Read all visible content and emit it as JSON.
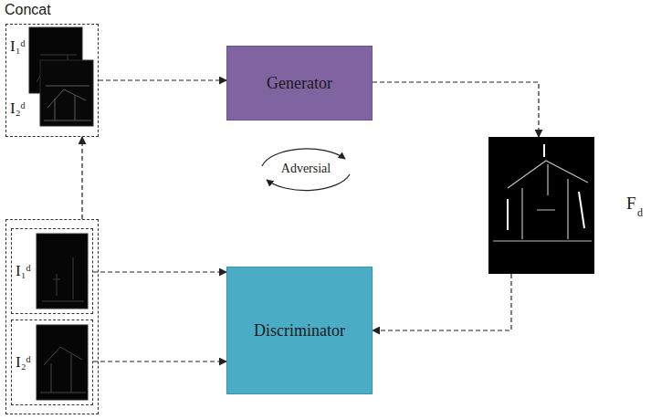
{
  "diagram": {
    "nodes": [
      {
        "text": [
          "Concat",
          "I₁ᵈ",
          "I₂ᵈ"
        ]
      },
      {
        "text": [
          "Generator"
        ]
      },
      {
        "text": [
          "F",
          "d"
        ]
      },
      {
        "text": [
          "Discriminator"
        ]
      },
      {
        "text": []
      },
      {
        "text": [
          "I₁ᵈ"
        ],
        "in": 4
      },
      {
        "text": [
          "I₂ᵈ"
        ],
        "in": 4
      }
    ],
    "edges": [
      {
        "from": 0,
        "to": 1,
        "arrow": "to"
      },
      {
        "from": 1,
        "to": 2,
        "arrow": "to"
      },
      {
        "from": 2,
        "to": 3,
        "arrow": "to"
      },
      {
        "from": 4,
        "to": 0,
        "arrow": "to"
      },
      {
        "from": 5,
        "to": 3,
        "arrow": "to"
      },
      {
        "from": 6,
        "to": 3,
        "arrow": "to"
      }
    ],
    "labels": [
      "Adversial"
    ]
  }
}
